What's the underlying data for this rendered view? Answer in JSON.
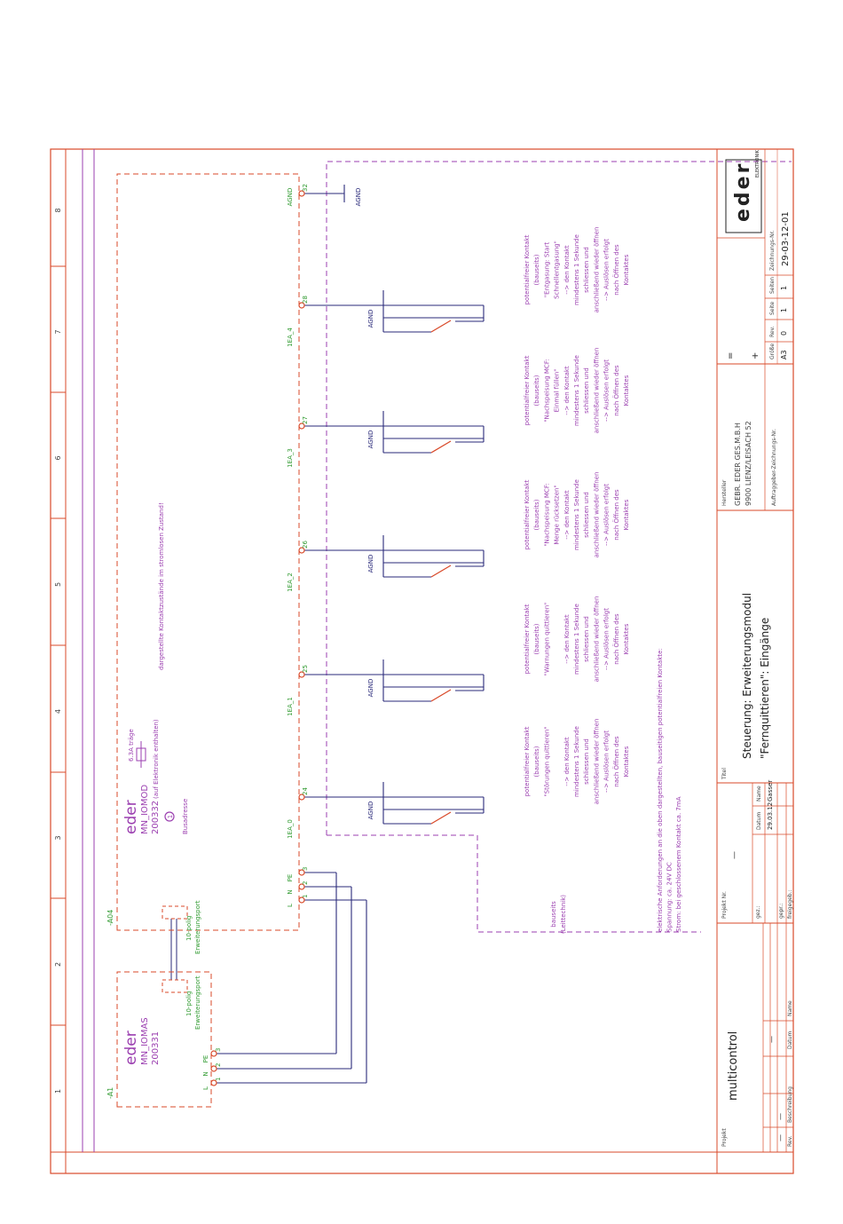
{
  "colors": {
    "frame": "#d94a2a",
    "box": "#d94a2a",
    "purple": "#9b3fb0",
    "wire": "#2a2a7a",
    "green": "#2f9a2f",
    "grey": "#444444"
  },
  "grid_columns": [
    "1",
    "2",
    "3",
    "4",
    "5",
    "6",
    "7",
    "8"
  ],
  "modules": {
    "a1": {
      "tag": "-A1",
      "brand": "eder",
      "type": "MN_IOMAS",
      "code": "200331",
      "port_label": "Erweiterungsport",
      "port_sub": "10-polig",
      "terms": [
        {
          "name": "L",
          "num": "1"
        },
        {
          "name": "N",
          "num": "2"
        },
        {
          "name": "PE",
          "num": "3"
        }
      ]
    },
    "a04": {
      "tag": "-A04",
      "brand": "eder",
      "type": "MN_IOMOD",
      "code": "200332",
      "note": "(auf Elektronik enthalten)",
      "fuse": "6.3A träge",
      "bus_num": "1",
      "bus_label": "Busadresse",
      "port_label": "Erweiterungsport",
      "port_sub": "10-polig",
      "state_note": "dargestellte Kontaktzustände im stromlosen Zustand!",
      "terms": [
        {
          "name": "L",
          "num": "1"
        },
        {
          "name": "N",
          "num": "2"
        },
        {
          "name": "PE",
          "num": "3"
        }
      ]
    }
  },
  "inputs": [
    {
      "label": "1EA_0",
      "num": "24",
      "agnd": "AGND",
      "desc": [
        "potentialfreier Kontakt",
        "(bauseits)",
        "\"Störungen quittieren\"",
        "",
        "--> den Kontakt",
        "mindestens 1 Sekunde",
        "schliessen und",
        "anschließend wieder öffnen",
        "--> Auslösen erfolgt",
        "nach Öffnen des",
        "Kontaktes"
      ]
    },
    {
      "label": "1EA_1",
      "num": "25",
      "agnd": "AGND",
      "desc": [
        "potentialfreier Kontakt",
        "(bauseits)",
        "\"Warnungen quittieren\"",
        "",
        "--> den Kontakt",
        "mindestens 1 Sekunde",
        "schliessen und",
        "anschließend wieder öffnen",
        "--> Auslösen erfolgt",
        "nach Öffnen des",
        "Kontaktes"
      ]
    },
    {
      "label": "1EA_2",
      "num": "26",
      "agnd": "AGND",
      "desc": [
        "potentialfreier Kontakt",
        "(bauseits)",
        "\"Nachspeisung MCF:",
        "Menge rücksetzen\"",
        "--> den Kontakt",
        "mindestens 1 Sekunde",
        "schliessen und",
        "anschließend wieder öffnen",
        "--> Auslösen erfolgt",
        "nach Öffnen des",
        "Kontaktes"
      ]
    },
    {
      "label": "1EA_3",
      "num": "27",
      "agnd": "AGND",
      "desc": [
        "potentialfreier Kontakt",
        "(bauseits)",
        "\"Nachspeisung MCF:",
        "Einmal füllen\"",
        "--> den Kontakt",
        "mindestens 1 Sekunde",
        "schliessen und",
        "anschließend wieder öffnen",
        "--> Auslösen erfolgt",
        "nach Öffnen des",
        "Kontaktes"
      ]
    },
    {
      "label": "1EA_4",
      "num": "28",
      "agnd": "AGND",
      "desc": [
        "potentialfreier Kontakt",
        "(bauseits)",
        "\"Entgasung: Start",
        "Schnellentgasung\"",
        "--> den Kontakt",
        "mindestens 1 Sekunde",
        "schliessen und",
        "anschließend wieder öffnen",
        "--> Auslösen erfolgt",
        "nach Öffnen des",
        "Kontaktes"
      ]
    }
  ],
  "agnd_terminal": {
    "label": "AGND",
    "num": "32",
    "agnd": "AGND"
  },
  "bauseits": [
    "bauseits",
    "(Leittechnik)"
  ],
  "footer_note": [
    "elektrische Anforderungen an die oben dargestellten, bauseitigen potentialfreien Kontakte:",
    "Spannung: ca. 24V DC",
    "Strom: bei geschlossenem Kontakt ca. 7mA"
  ],
  "title_block": {
    "projekt_label": "Projekt",
    "projekt": "multicontrol",
    "projekt_nr_label": "Projekt Nr.",
    "projekt_nr": "—",
    "rev_label": "Rev.",
    "beschreibung_label": "Beschreibung",
    "datum_label": "Datum",
    "name_label": "Name",
    "rev_row": [
      "—",
      "—",
      "—"
    ],
    "gez_label": "gez.:",
    "gez_datum": "29.03.12",
    "gez_name": "Gasser",
    "gepr_label": "gepr.:",
    "freig_label": "freigegeb.:",
    "titel_label": "Titel",
    "title1": "Steuerung:  Erweiterungsmodul",
    "title2": "\"Fernquittieren\":  Eingänge",
    "hersteller_label": "Hersteller",
    "hersteller1": "GEBR. EDER GES.M.B.H",
    "hersteller2": "9900 LIENZ/LEISACH 52",
    "auftrag_label": "Auftraggeber-Zeichnungs-Nr.",
    "eq": "=",
    "plus": "+",
    "groesse_label": "Größe",
    "groesse": "A3",
    "rev2_label": "Rev.",
    "rev2": "0",
    "seite_label": "Seite",
    "seite": "1",
    "seiten_label": "Seiten",
    "seiten": "1",
    "zeichnung_label": "Zeichnungs-Nr.",
    "zeichnung": "29-03-12-01",
    "logo": "eder",
    "logo_sub": "ELEKTRONIK"
  }
}
